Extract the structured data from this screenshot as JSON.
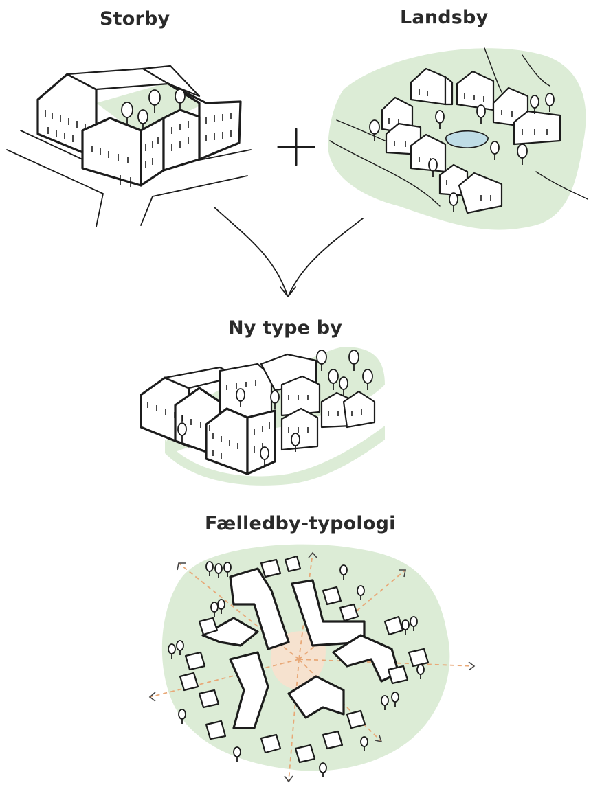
{
  "labels": {
    "storby": "Storby",
    "landsby": "Landsby",
    "ny_type_by": "Ny type by",
    "faelledby": "Fælledby-typologi"
  },
  "symbols": {
    "plus": "plus-icon",
    "merge_arrow": "merge-arrow-icon"
  },
  "colors": {
    "text": "#2a2a2a",
    "ink": "#1c1c1c",
    "greenery": "#dcecd6",
    "paths": "#e8a877",
    "pond": "#bfdde6",
    "plaza": "#f6e2cf"
  }
}
